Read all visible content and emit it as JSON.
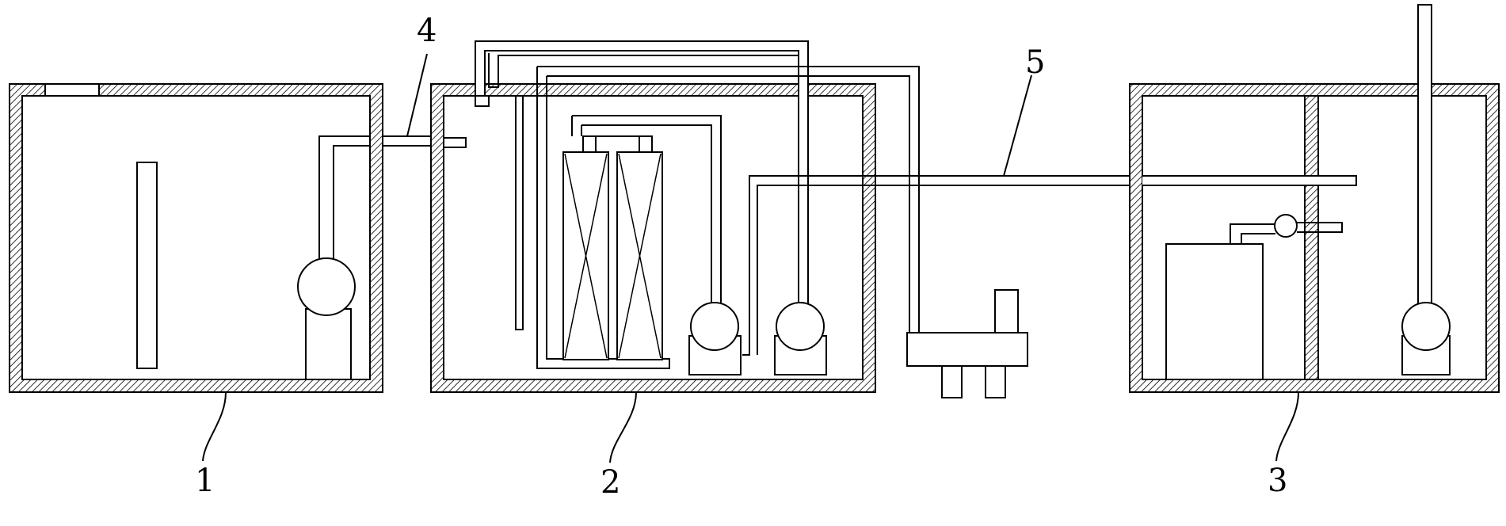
{
  "labels": {
    "tank1": "1",
    "tank2": "2",
    "tank3": "3",
    "pipe4": "4",
    "pipe5": "5"
  },
  "colors": {
    "line": "#000000",
    "background": "#ffffff"
  }
}
